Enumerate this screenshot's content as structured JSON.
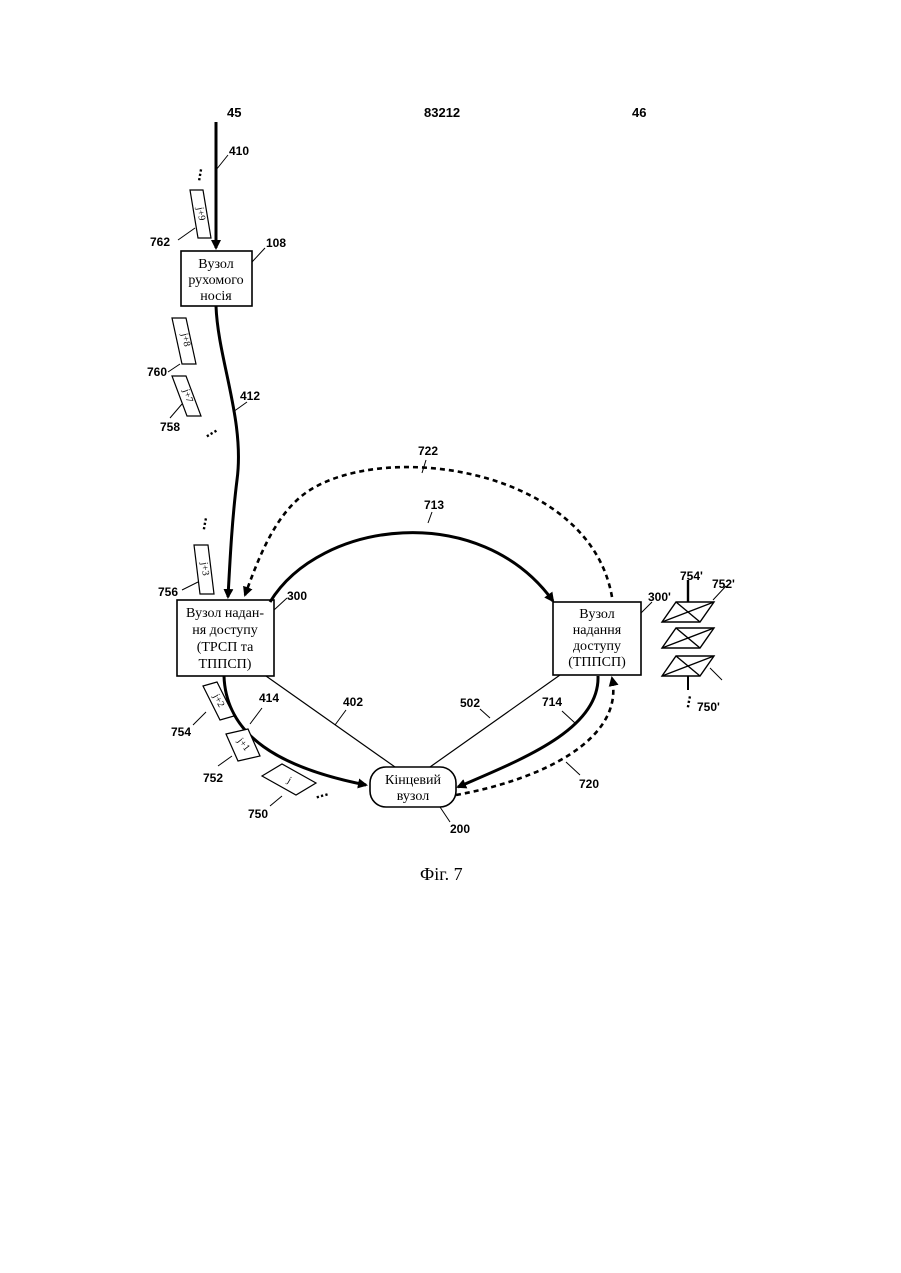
{
  "header": {
    "left_page": "45",
    "center_number": "83212",
    "right_page": "46"
  },
  "nodes": {
    "mobile_carrier": {
      "ref": "108",
      "lines": [
        "Вузол",
        "рухомого",
        "носія"
      ]
    },
    "access_left": {
      "ref": "300",
      "lines": [
        "Вузол надан-",
        "ня доступу",
        "(ТРСП та",
        "ТППСП)"
      ]
    },
    "access_right": {
      "ref": "300'",
      "lines": [
        "Вузол",
        "надання",
        "доступу",
        "(ТППСП)"
      ]
    },
    "end_node": {
      "ref": "200",
      "lines": [
        "Кінцевий",
        "вузол"
      ]
    }
  },
  "links": {
    "l410": "410",
    "l412": "412",
    "l414": "414",
    "l402": "402",
    "l502": "502",
    "l714": "714",
    "l720": "720",
    "l713": "713",
    "l722": "722"
  },
  "packets": {
    "p762": {
      "ref": "762",
      "label": "j+9"
    },
    "p760": {
      "ref": "760",
      "label": "j+8"
    },
    "p758": {
      "ref": "758",
      "label": "j+7"
    },
    "p756": {
      "ref": "756",
      "label": "j+3"
    },
    "p754": {
      "ref": "754",
      "label": "j+2"
    },
    "p752": {
      "ref": "752",
      "label": "j+1"
    },
    "p750": {
      "ref": "750",
      "label": "j"
    }
  },
  "right_packets": {
    "r754": "754'",
    "r752": "752'",
    "r750": "750'"
  },
  "ellipsis": "...",
  "caption": "Фіг. 7"
}
